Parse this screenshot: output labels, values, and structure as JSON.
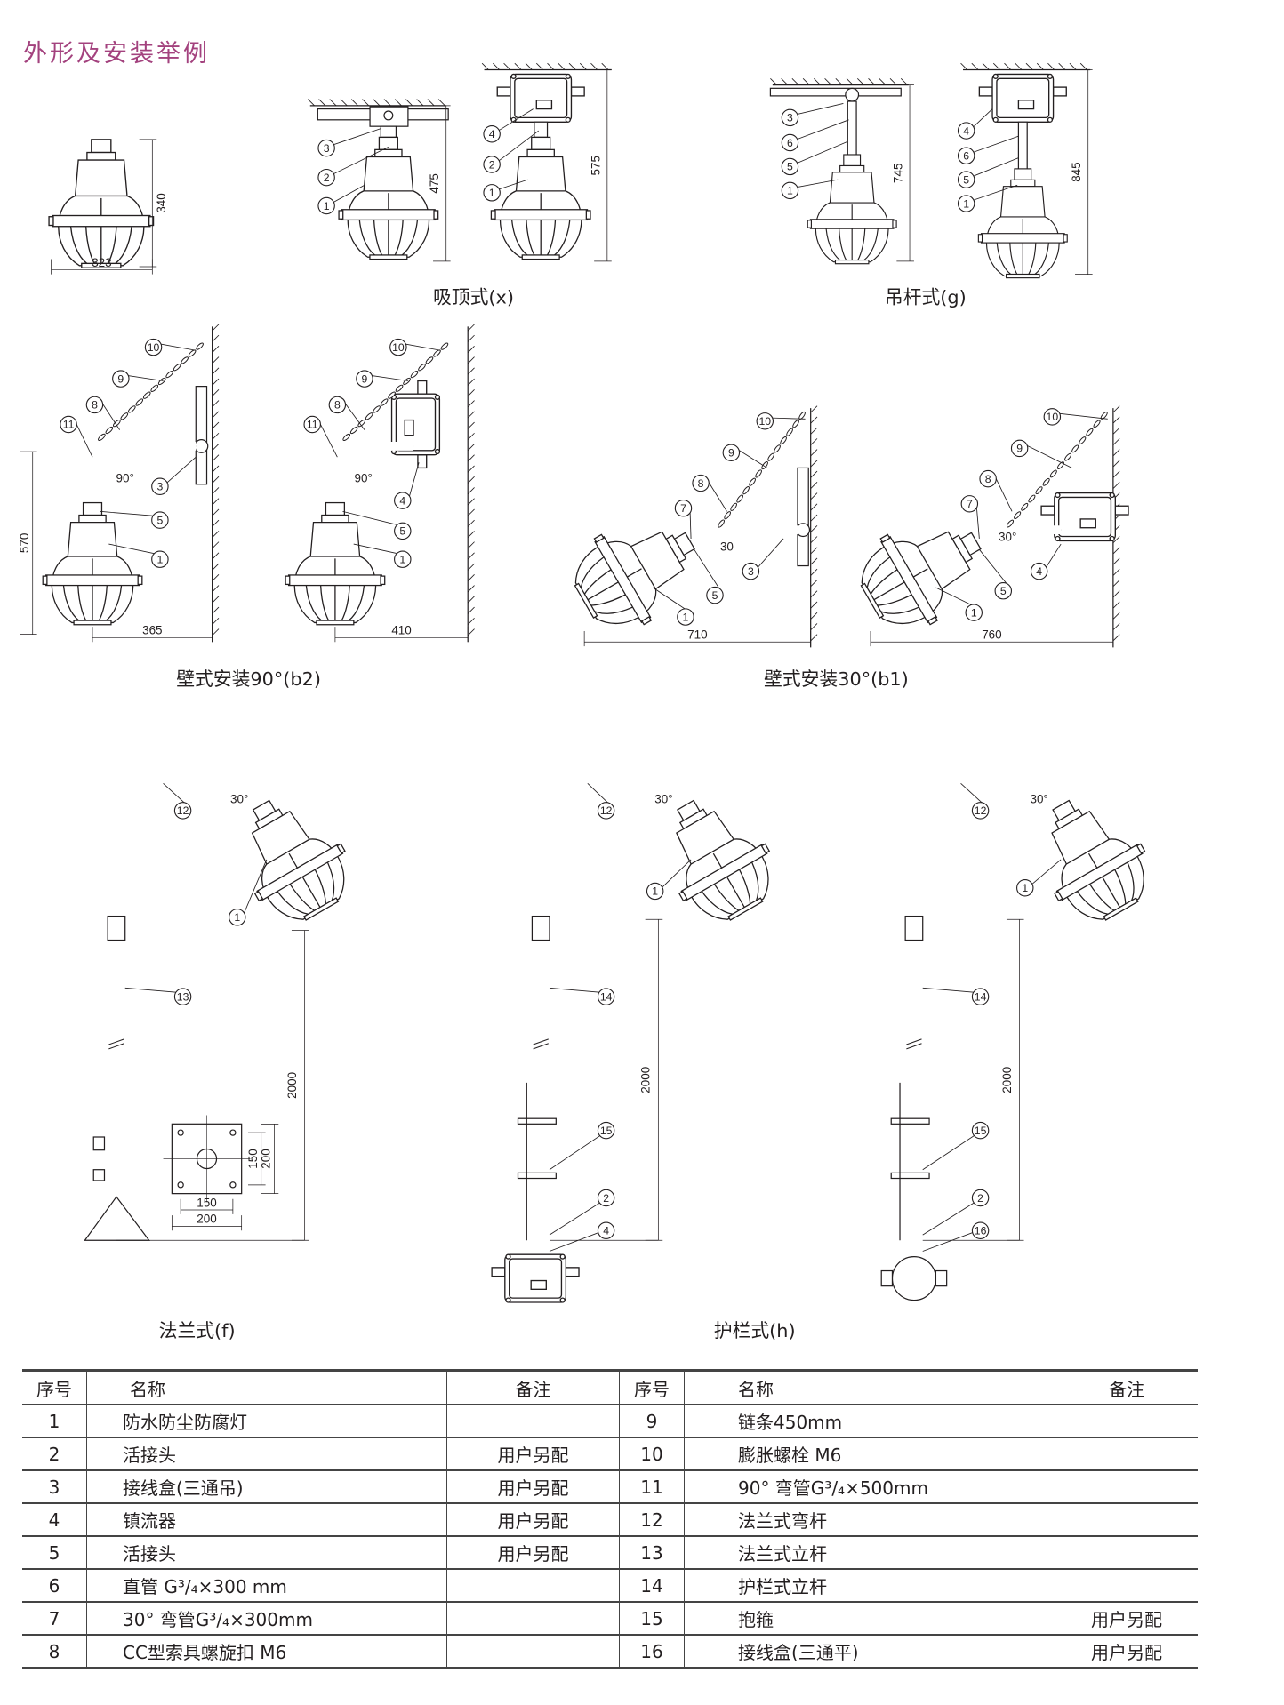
{
  "title": "外形及安装举例",
  "diagrams": {
    "standalone": {
      "dims": [
        "340",
        "323"
      ],
      "callouts": []
    },
    "ceiling_a": {
      "dims": [
        "475"
      ],
      "callouts": [
        "3",
        "2",
        "1"
      ]
    },
    "ceiling_b": {
      "dims": [
        "575"
      ],
      "callouts": [
        "4",
        "2",
        "1"
      ]
    },
    "pendant_a": {
      "dims": [
        "745"
      ],
      "callouts": [
        "3",
        "6",
        "5",
        "1"
      ]
    },
    "pendant_b": {
      "dims": [
        "845"
      ],
      "callouts": [
        "4",
        "6",
        "5",
        "1"
      ]
    },
    "wall90_a": {
      "dims": [
        "570",
        "365",
        "90°"
      ],
      "callouts": [
        "10",
        "9",
        "8",
        "11",
        "3",
        "5",
        "1"
      ]
    },
    "wall90_b": {
      "dims": [
        "410",
        "90°"
      ],
      "callouts": [
        "10",
        "9",
        "8",
        "11",
        "4",
        "5",
        "1"
      ]
    },
    "wall30_a": {
      "dims": [
        "710",
        "30"
      ],
      "callouts": [
        "10",
        "9",
        "8",
        "7",
        "3",
        "5",
        "1"
      ]
    },
    "wall30_b": {
      "dims": [
        "760",
        "30°"
      ],
      "callouts": [
        "10",
        "9",
        "8",
        "7",
        "4",
        "5",
        "1"
      ]
    },
    "flange": {
      "dims": [
        "2000",
        "30°",
        "150",
        "200",
        "150",
        "200"
      ],
      "callouts": [
        "12",
        "1",
        "13"
      ]
    },
    "guard_a": {
      "dims": [
        "2000",
        "30°"
      ],
      "callouts": [
        "12",
        "1",
        "14",
        "15",
        "2",
        "4"
      ]
    },
    "guard_b": {
      "dims": [
        "2000",
        "30°"
      ],
      "callouts": [
        "12",
        "1",
        "14",
        "15",
        "2",
        "16"
      ]
    }
  },
  "captions": {
    "ceiling": "吸顶式(x)",
    "pendant": "吊杆式(g)",
    "wall90": "壁式安装90°(b2)",
    "wall30": "壁式安装30°(b1)",
    "flange": "法兰式(f)",
    "guard": "护栏式(h)"
  },
  "table": {
    "headers": [
      "序号",
      "名称",
      "备注",
      "序号",
      "名称",
      "备注"
    ],
    "rows": [
      {
        "no1": "1",
        "name1": "防水防尘防腐灯",
        "note1": "",
        "no2": "9",
        "name2": "链条450mm",
        "note2": ""
      },
      {
        "no1": "2",
        "name1": "活接头",
        "note1": "用户另配",
        "no2": "10",
        "name2": "膨胀螺栓 M6",
        "note2": ""
      },
      {
        "no1": "3",
        "name1": "接线盒(三通吊)",
        "note1": "用户另配",
        "no2": "11",
        "name2": "90° 弯管G³/₄×500mm",
        "note2": ""
      },
      {
        "no1": "4",
        "name1": "镇流器",
        "note1": "用户另配",
        "no2": "12",
        "name2": "法兰式弯杆",
        "note2": ""
      },
      {
        "no1": "5",
        "name1": "活接头",
        "note1": "用户另配",
        "no2": "13",
        "name2": "法兰式立杆",
        "note2": ""
      },
      {
        "no1": "6",
        "name1": "直管 G³/₄×300 mm",
        "note1": "",
        "no2": "14",
        "name2": "护栏式立杆",
        "note2": ""
      },
      {
        "no1": "7",
        "name1": "30° 弯管G³/₄×300mm",
        "note1": "",
        "no2": "15",
        "name2": "抱箍",
        "note2": "用户另配"
      },
      {
        "no1": "8",
        "name1": "CC型索具螺旋扣 M6",
        "note1": "",
        "no2": "16",
        "name2": "接线盒(三通平)",
        "note2": "用户另配"
      }
    ]
  }
}
